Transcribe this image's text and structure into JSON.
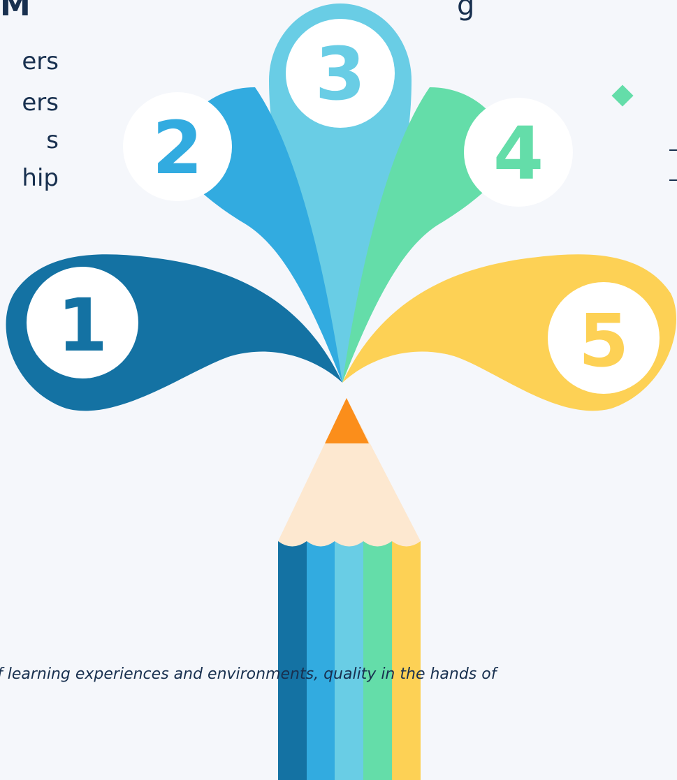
{
  "heading_fragment": "M",
  "left_text_fragments": [
    "ers",
    "ers",
    "s",
    "hip"
  ],
  "top_right_fragment": "g",
  "right_dashes": [
    "-",
    "-"
  ],
  "petals": [
    {
      "number": "1",
      "color": "#1472a3"
    },
    {
      "number": "2",
      "color": "#32abe0"
    },
    {
      "number": "3",
      "color": "#69cde5"
    },
    {
      "number": "4",
      "color": "#64dda9"
    },
    {
      "number": "5",
      "color": "#fdd155"
    }
  ],
  "caption": "f learning experiences and environments, quality in the hands of",
  "colors": {
    "background": "#f5f7fb",
    "text": "#18304f",
    "pencil_tip": "#fb8e1b",
    "pencil_wood": "#fde8d0",
    "bullet": "#64dda9"
  }
}
